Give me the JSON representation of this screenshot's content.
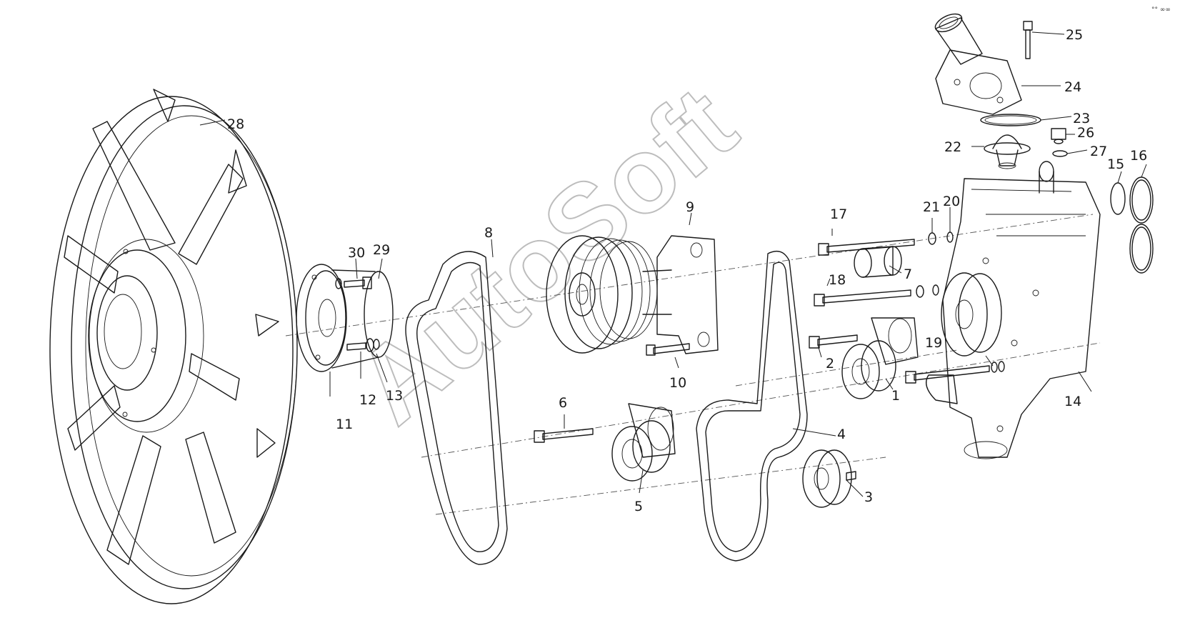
{
  "watermark": "AutoSoft",
  "corner_mark": "°° ∞∞",
  "callouts": {
    "p1": "1",
    "p2": "2",
    "p3": "3",
    "p4": "4",
    "p5": "5",
    "p6": "6",
    "p7": "7",
    "p8": "8",
    "p9": "9",
    "p10": "10",
    "p11": "11",
    "p12": "12",
    "p13": "13",
    "p14": "14",
    "p15": "15",
    "p16": "16",
    "p17": "17",
    "p18": "18",
    "p19": "19",
    "p20": "20",
    "p21": "21",
    "p22": "22",
    "p23": "23",
    "p24": "24",
    "p25": "25",
    "p26": "26",
    "p27": "27",
    "p28": "28",
    "p29": "29",
    "p30": "30"
  }
}
